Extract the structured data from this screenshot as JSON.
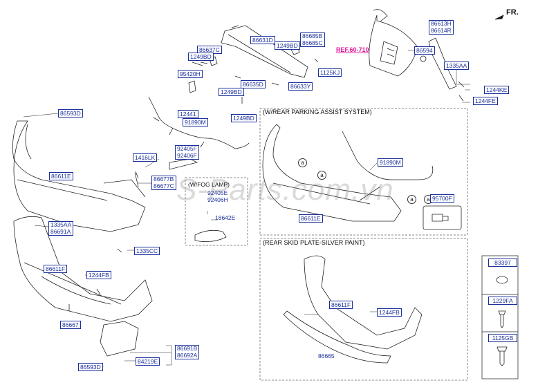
{
  "direction": "FR.",
  "reference": "REF.60-710",
  "watermark": "S-Parts.com.vn",
  "sections": {
    "parking_assist": "(W/REAR PARKING ASSIST SYSTEM)",
    "skid_plate": "(REAR SKID PLATE-SILVER PAINT)",
    "fog_lamp": "(W/FOG LAMP)"
  },
  "callout": "a",
  "labels": {
    "p86613H": "86613H",
    "p86614R": "86614R",
    "p86594": "86594",
    "p1335AA": "1335AA",
    "p1244KE": "1244KE",
    "p1244FE": "1244FE",
    "p86685B": "86685B",
    "p86685C": "86685C",
    "p86631D": "86631D",
    "p86637C": "86637C",
    "p1249BD_a": "1249BD",
    "p1249BD_b": "1249BD",
    "p1249BD_c": "1249BD",
    "p1249BD_d": "1249BD",
    "p1125KJ": "1125KJ",
    "p95420H": "95420H",
    "p86635D": "86635D",
    "p86633Y": "86633Y",
    "p86593D_a": "86593D",
    "p86593D_b": "86593D",
    "p12441": "12441",
    "p91890M_a": "91890M",
    "p91890M_b": "91890M",
    "p92405F": "92405F",
    "p92406F": "92406F",
    "p1416LK": "1416LK",
    "p86611E_a": "86611E",
    "p86611E_b": "86611E",
    "p86677B": "86677B",
    "p86677C": "86677C",
    "p92405E": "92405E",
    "p92406H": "92406H",
    "p18642E": "18642E",
    "p95700F": "95700F",
    "p1335AA_b": "1335AA",
    "p86691A": "86691A",
    "p1335CC": "1335CC",
    "p86611F_a": "86611F",
    "p86611F_b": "86611F",
    "p1244FB_a": "1244FB",
    "p1244FB_b": "1244FB",
    "p86667": "86667",
    "p86691B": "86691B",
    "p86692A": "86692A",
    "p84219E": "84219E",
    "p86665": "86665"
  },
  "legend": [
    "83397",
    "1229FA",
    "1125GB"
  ]
}
